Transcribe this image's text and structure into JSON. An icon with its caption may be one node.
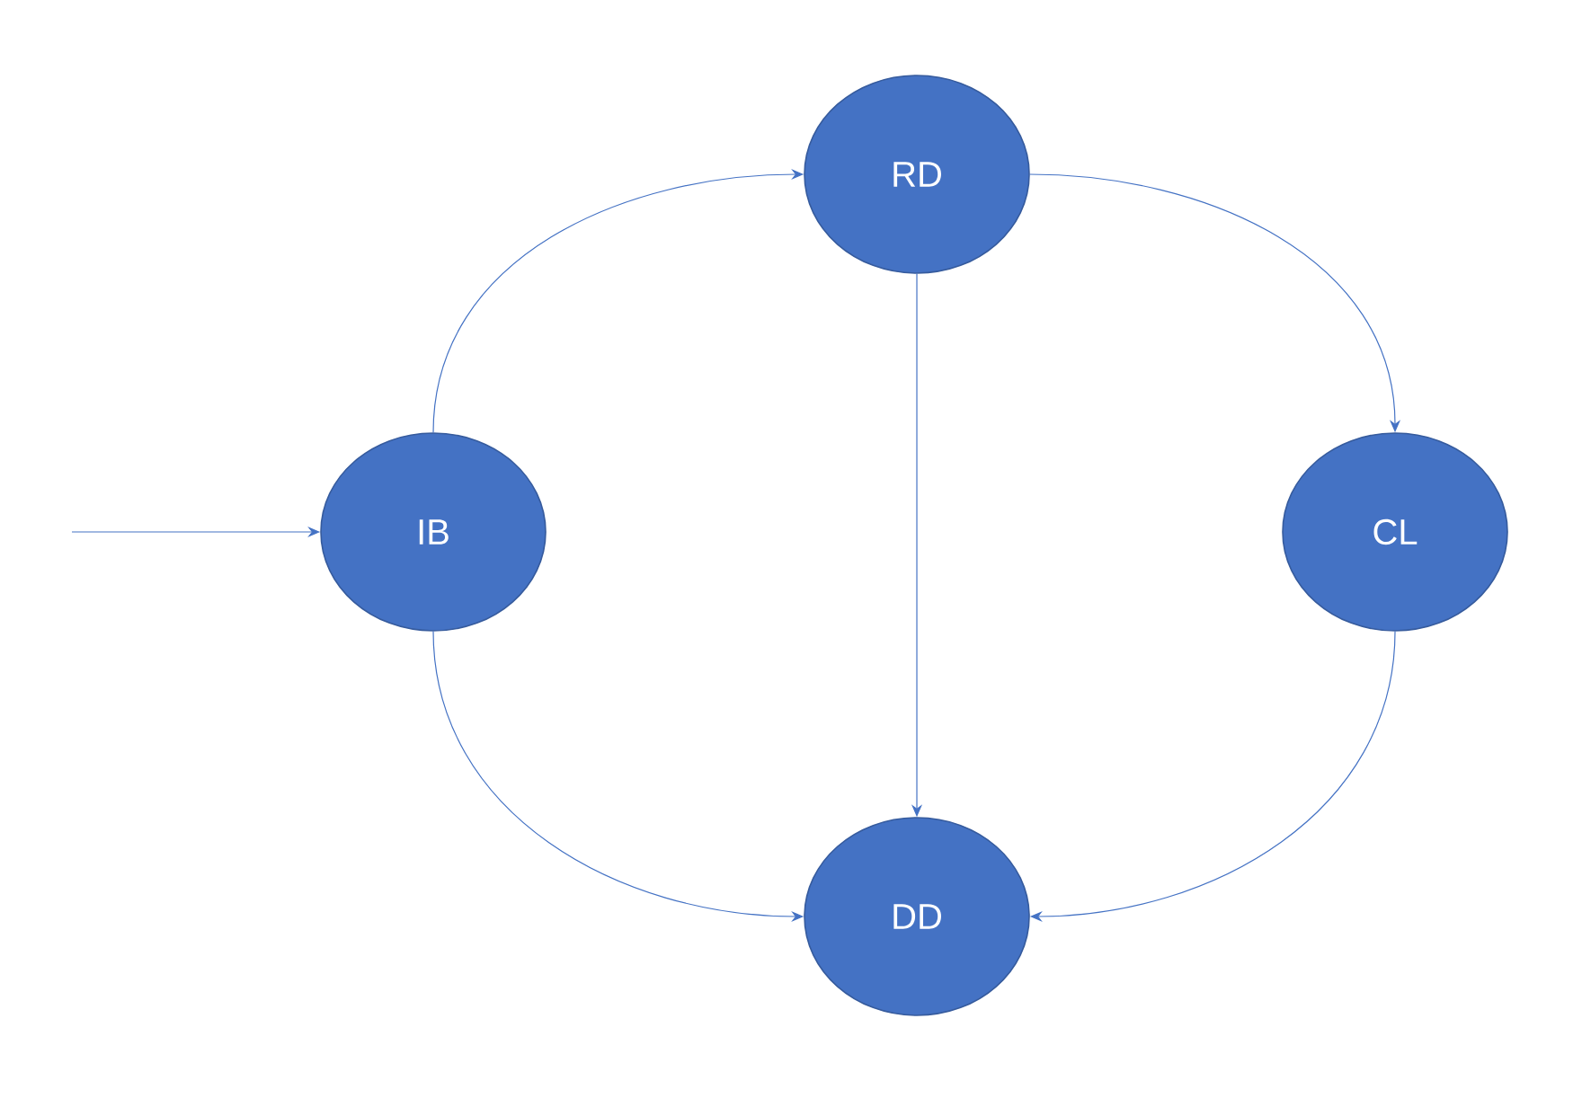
{
  "diagram": {
    "nodes": [
      {
        "text": [
          "RD"
        ]
      },
      {
        "text": [
          "IB"
        ]
      },
      {
        "text": [
          "CL"
        ]
      },
      {
        "text": [
          "DD"
        ]
      }
    ],
    "edges": [
      {
        "from": null,
        "to": 1,
        "arrow": "to"
      },
      {
        "from": 1,
        "to": 0,
        "arrow": "to"
      },
      {
        "from": 0,
        "to": 2,
        "arrow": "to"
      },
      {
        "from": 0,
        "to": 3,
        "arrow": "to"
      },
      {
        "from": 1,
        "to": 3,
        "arrow": "to"
      },
      {
        "from": 2,
        "to": 3,
        "arrow": "to"
      }
    ]
  }
}
